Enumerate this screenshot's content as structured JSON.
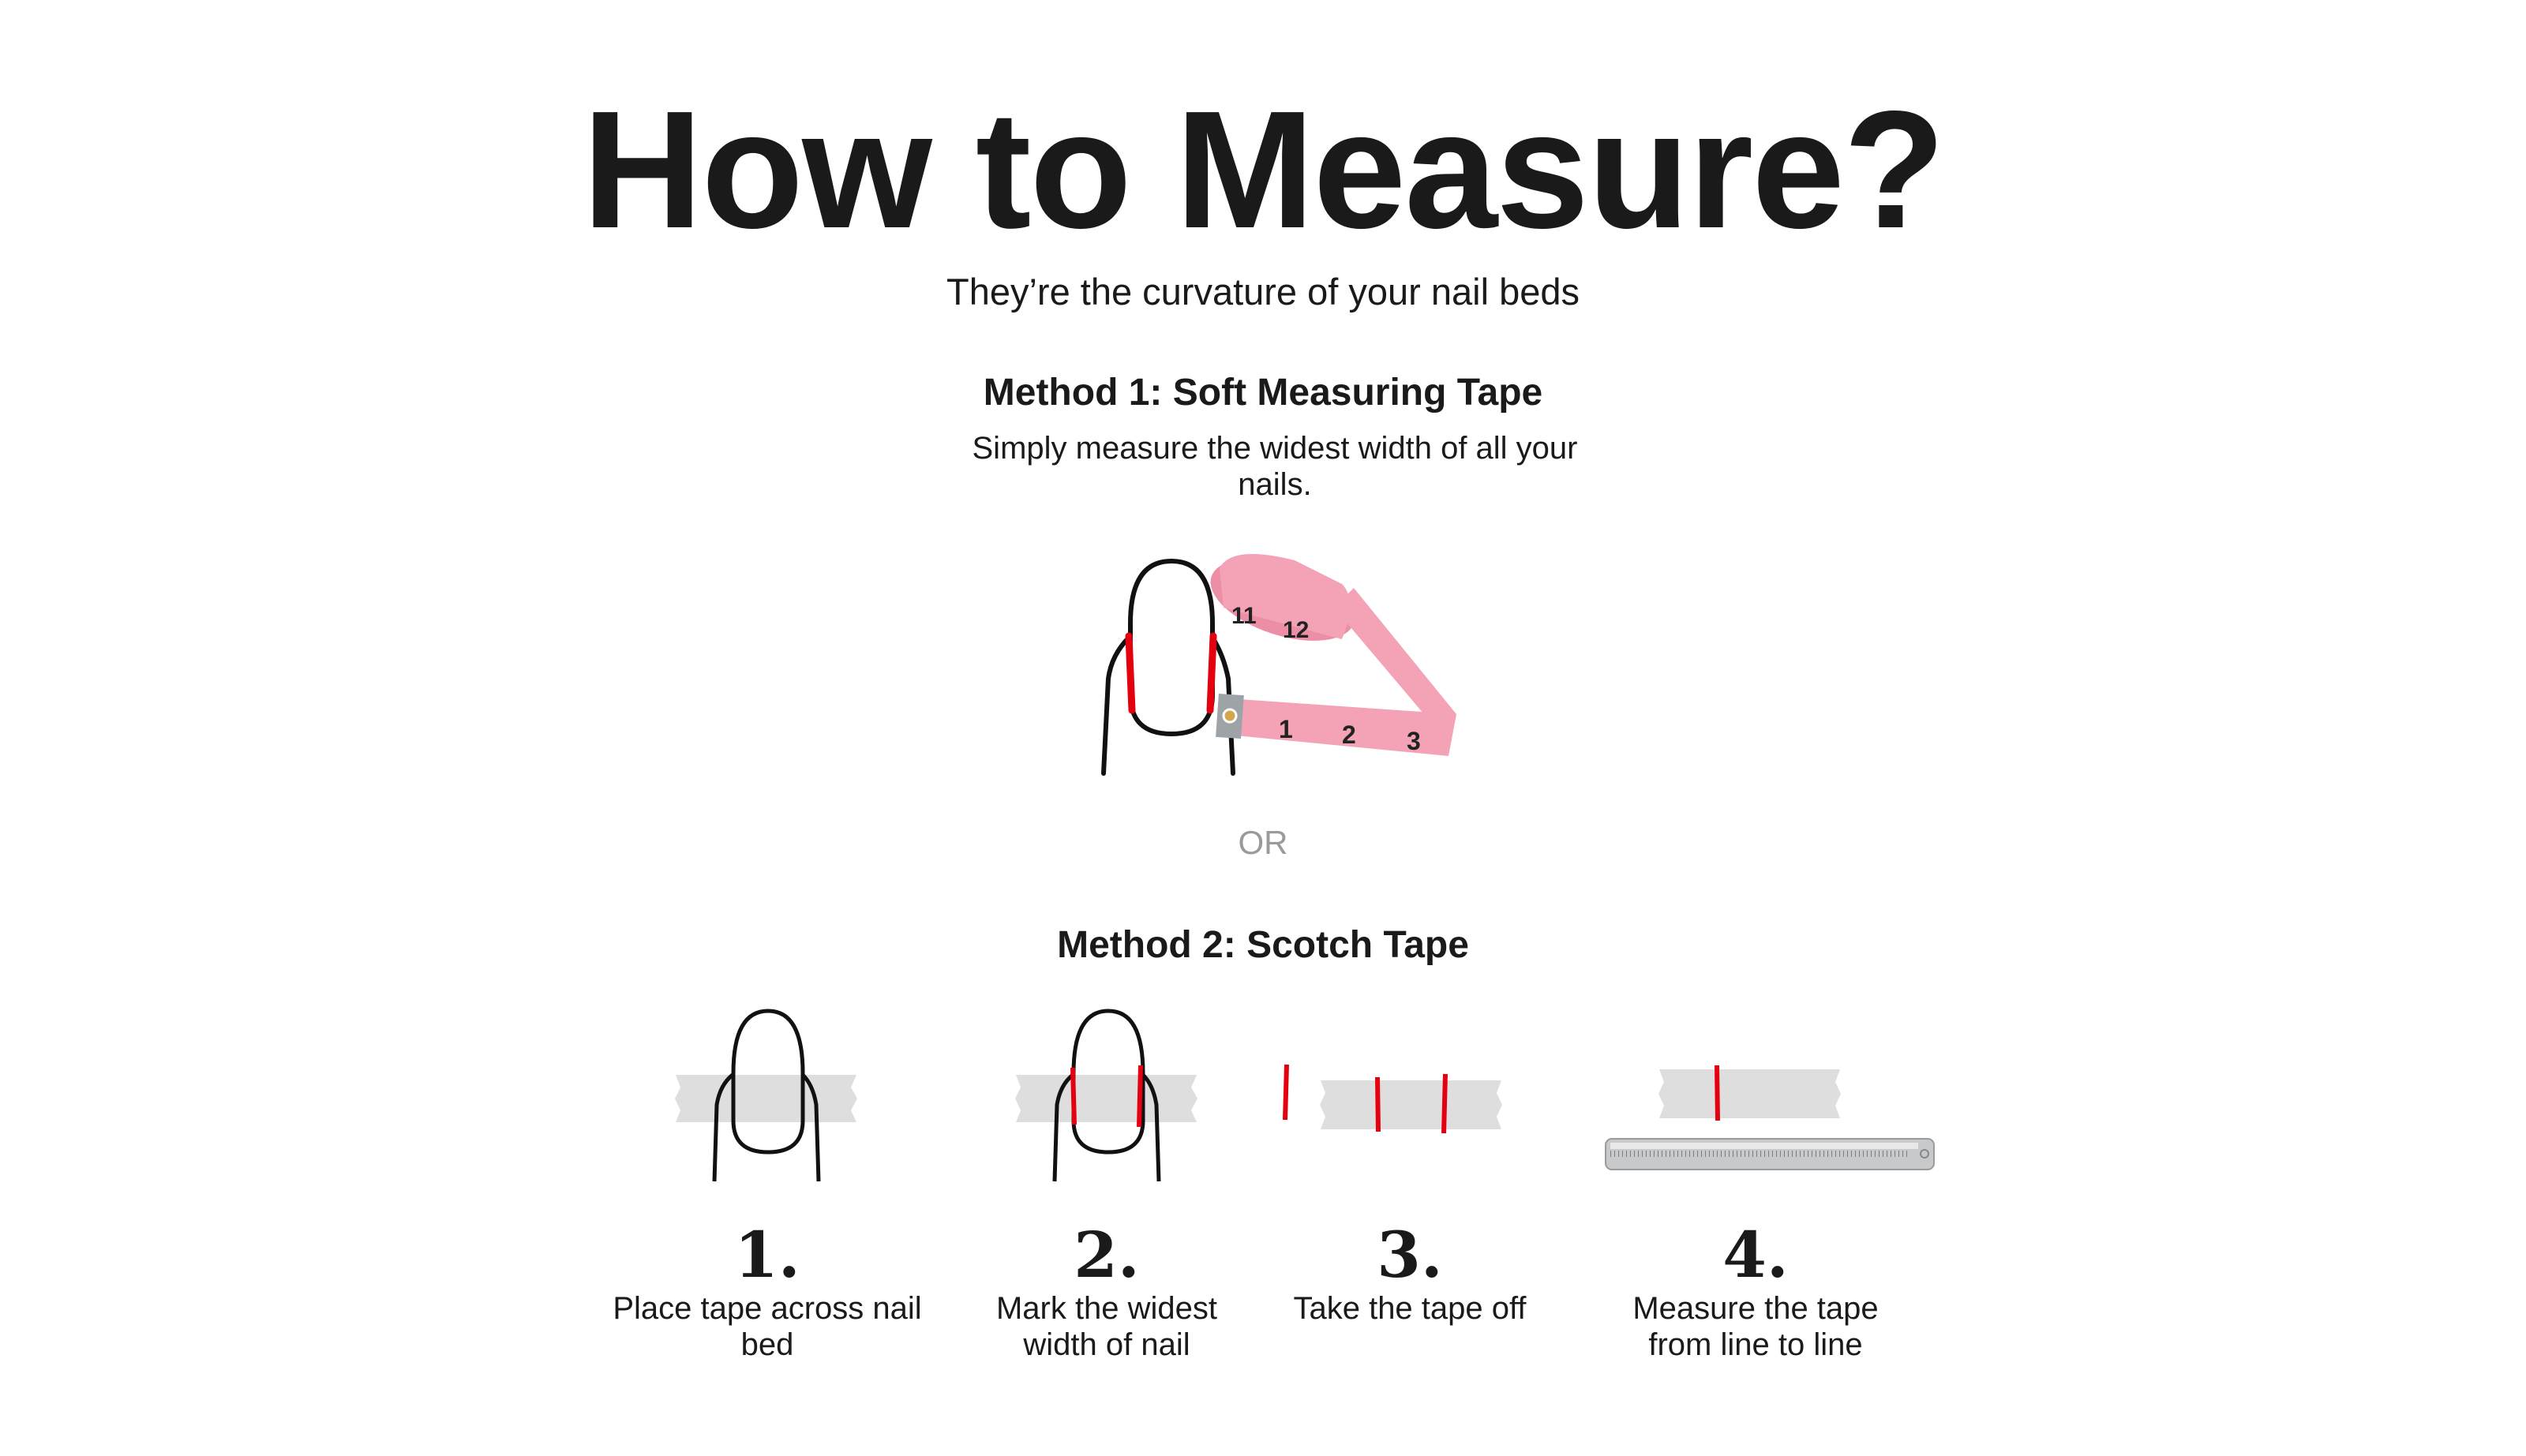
{
  "header": {
    "title": "How to Measure?",
    "subtitle": "They’re the curvature of your nail beds"
  },
  "method1": {
    "heading": "Method 1: Soft Measuring Tape",
    "description": "Simply measure the widest width of all your nails.",
    "tape_labels": [
      "1",
      "2",
      "3",
      "11",
      "12"
    ]
  },
  "separator": "OR",
  "method2": {
    "heading": "Method 2: Scotch Tape",
    "steps": [
      {
        "number": "1.",
        "caption": "Place tape across nail bed"
      },
      {
        "number": "2.",
        "caption": "Mark the widest width of nail"
      },
      {
        "number": "3.",
        "caption": "Take the tape off"
      },
      {
        "number": "4.",
        "caption": "Measure the tape from line to line"
      }
    ]
  },
  "colors": {
    "mark": "#e3000f",
    "tape": "#dedede",
    "measuring_tape": "#f4a3b6",
    "text": "#1a1a1a",
    "muted": "#9a9a9a"
  }
}
